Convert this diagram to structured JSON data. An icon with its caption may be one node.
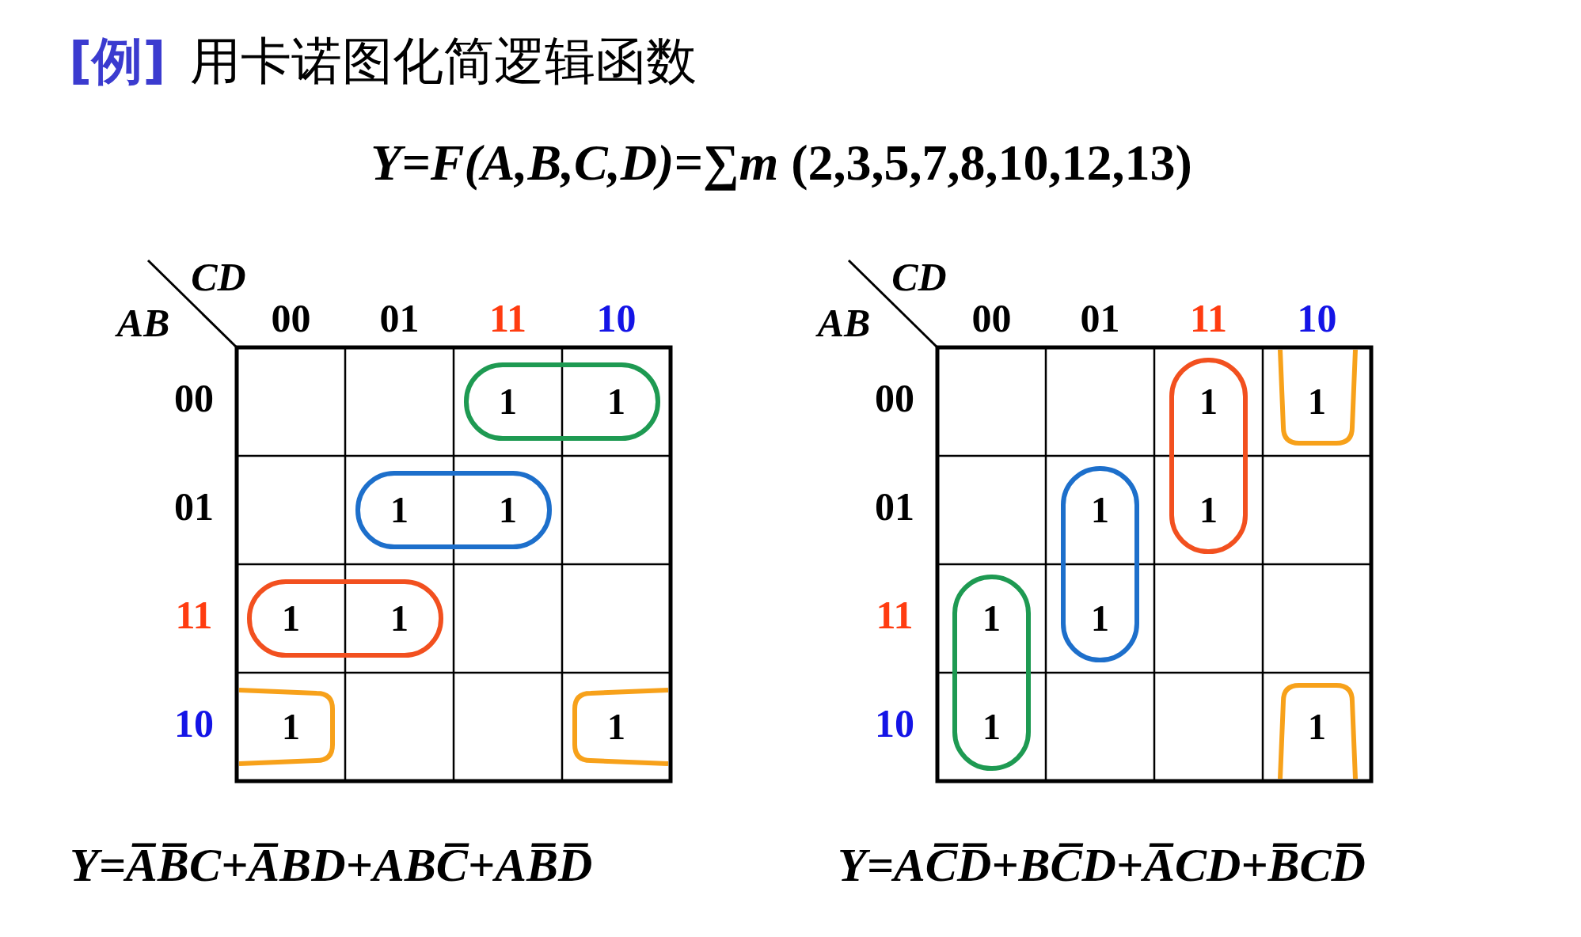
{
  "diagram": {
    "title": "用卡诺图化简逻辑函数",
    "labels": [
      "[例]",
      "*Y=F(A,B,C,D)=∑m* (2,3,5,7,8,10,12,13)",
      "CD",
      "AB",
      "00",
      "01",
      "11",
      "10",
      "00",
      "1",
      "1",
      "01",
      "1",
      "1",
      "11",
      "1",
      "1",
      "10",
      "1",
      "1",
      "CD",
      "AB",
      "00",
      "01",
      "11",
      "10",
      "00",
      "1",
      "1",
      "01",
      "1",
      "1",
      "11",
      "1",
      "1",
      "10",
      "1",
      "1",
      "Y=A̅B̅C+A̅BD+ABC̅+AB̅D̅",
      "Y=AC̅D̅+BC̅D+A̅CD+B̅CD̅"
    ]
  }
}
